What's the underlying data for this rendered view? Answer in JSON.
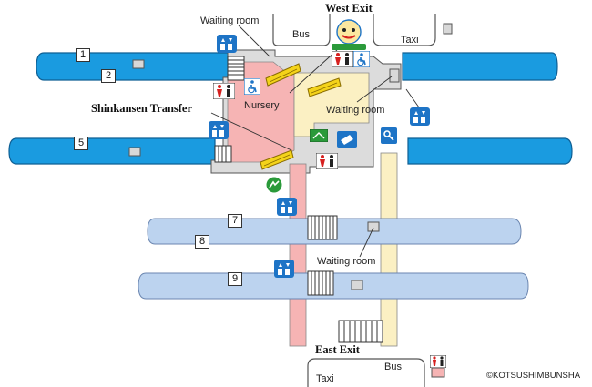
{
  "labels": {
    "west_exit": "West Exit",
    "east_exit": "East Exit",
    "shinkansen_transfer": "Shinkansen Transfer",
    "waiting_room_top": "Waiting room",
    "waiting_room_mid": "Waiting room",
    "waiting_room_low": "Waiting room",
    "nursery": "Nursery",
    "bus_top": "Bus",
    "taxi_top": "Taxi",
    "bus_bottom": "Bus",
    "taxi_bottom": "Taxi",
    "copyright": "©KOTSUSHIMBUNSHA"
  },
  "platforms": [
    "1",
    "2",
    "5",
    "7",
    "8",
    "9"
  ],
  "colors": {
    "platform_blue": "#1a9be0",
    "platform_light": "#bcd3ef",
    "concourse": "#f6b4b4",
    "walkway": "#fbf0c3",
    "escalator": "#f4d31a",
    "facility": "#c9c9c9",
    "icon_blue": "#1e74c6",
    "icon_red": "#d6201f",
    "icon_green": "#2a9a3a"
  },
  "icons": [
    "elevator-icon",
    "toilet-icon",
    "accessible-toilet-icon",
    "ticket-office-icon",
    "lockers-icon",
    "green-window-icon",
    "mascot-logo-icon"
  ]
}
